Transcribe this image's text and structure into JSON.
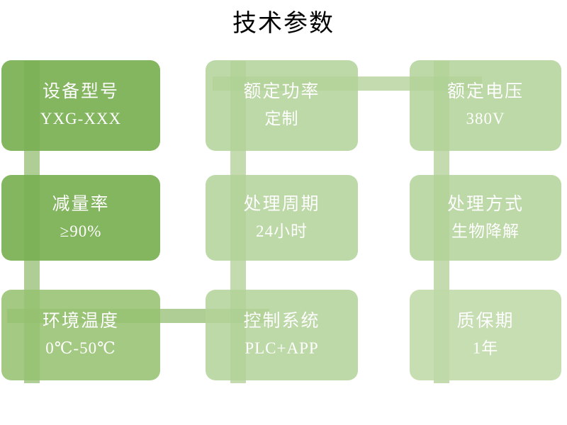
{
  "slide": {
    "title": "技术参数",
    "background": "#FFFFFF"
  },
  "palette": {
    "dark_green": "#7BAF53",
    "mid_green": "#96C271",
    "light_green": "#B2D398",
    "lighter_green": "#BED9A7",
    "connector_green": "#7EB055",
    "text_color": "#FFFFFF",
    "title_color": "#000000"
  },
  "cards": [
    {
      "label": "设备型号",
      "value": "YXG-XXX",
      "tone": "dark"
    },
    {
      "label": "额定功率",
      "value": "定制",
      "tone": "light"
    },
    {
      "label": "额定电压",
      "value": "380V",
      "tone": "light"
    },
    {
      "label": "减量率",
      "value": "≥90%",
      "tone": "dark"
    },
    {
      "label": "处理周期",
      "value": "24小时",
      "tone": "light"
    },
    {
      "label": "处理方式",
      "value": "生物降解",
      "tone": "light"
    },
    {
      "label": "环境温度",
      "value": "0℃-50℃",
      "tone": "mid"
    },
    {
      "label": "控制系统",
      "value": "PLC+APP",
      "tone": "light"
    },
    {
      "label": "质保期",
      "value": "1年",
      "tone": "lighter"
    }
  ],
  "connectors": [
    {
      "name": "vertical-left-col",
      "orientation": "vertical"
    },
    {
      "name": "vertical-middle-col",
      "orientation": "vertical"
    },
    {
      "name": "vertical-right-col",
      "orientation": "vertical"
    },
    {
      "name": "horizontal-power-voltage",
      "orientation": "horizontal"
    },
    {
      "name": "horizontal-temp-control",
      "orientation": "horizontal"
    }
  ]
}
